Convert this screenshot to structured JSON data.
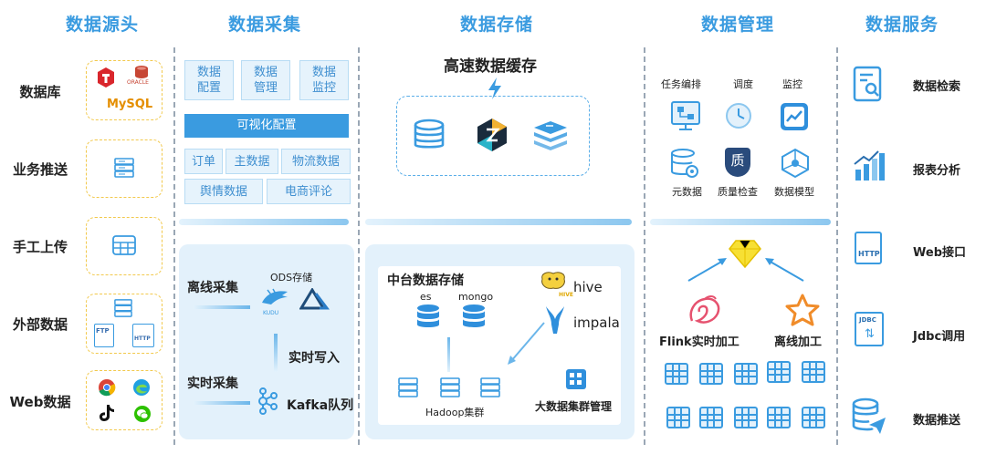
{
  "columns": {
    "source": "数据源头",
    "collect": "数据采集",
    "storage": "数据存储",
    "manage": "数据管理",
    "service": "数据服务"
  },
  "sources": [
    "数据库",
    "业务推送",
    "手工上传",
    "外部数据",
    "Web数据"
  ],
  "source_badges": {
    "oracle": "ORACLE",
    "mysql": "MySQL",
    "ftp": "FTP",
    "http": "HTTP"
  },
  "collect": {
    "top_chips": [
      "数据\n配置",
      "数据\n管理",
      "数据\n监控"
    ],
    "visual": "可视化配置",
    "row1": [
      "订单",
      "主数据",
      "物流数据"
    ],
    "row2": [
      "舆情数据",
      "电商评论"
    ],
    "offline": "离线采集",
    "realtime": "实时采集",
    "ods": "ODS存储",
    "kudu": "KUDU",
    "rt_write": "实时写入",
    "kafka": "Kafka队列"
  },
  "storage": {
    "cache_title": "高速数据缓存",
    "mid_title": "中台数据存储",
    "es": "es",
    "mongo": "mongo",
    "hive": "hive",
    "hive_badge": "HIVE",
    "impala": "impala",
    "hadoop": "Hadoop集群",
    "bigdata": "大数据集群管理"
  },
  "manage": {
    "row1": [
      "任务编排",
      "调度",
      "监控"
    ],
    "row2": [
      "元数据",
      "质量检查",
      "数据模型"
    ],
    "quality_glyph": "质",
    "flink": "Flink实时加工",
    "offline": "离线加工"
  },
  "services": {
    "items": [
      "数据检索",
      "报表分析",
      "Web接口",
      "Jdbc调用",
      "数据推送"
    ],
    "http_badge": "HTTP",
    "jdbc_badge": "JDBC"
  }
}
